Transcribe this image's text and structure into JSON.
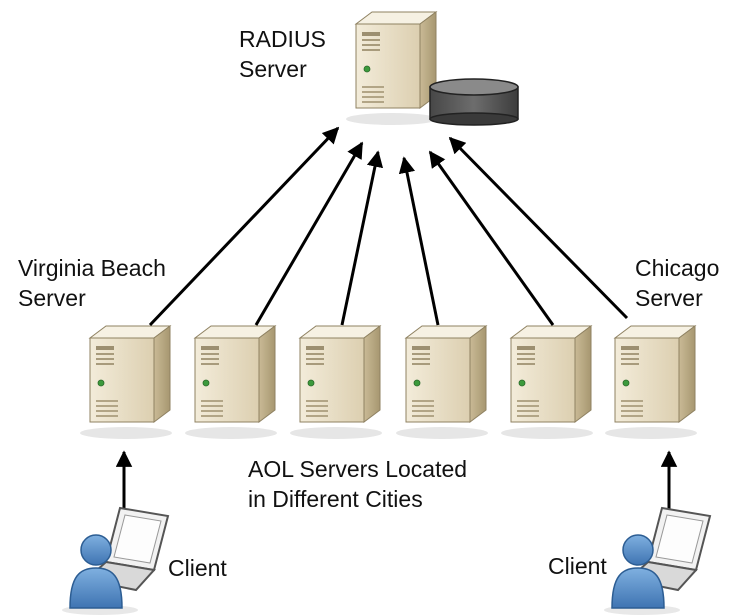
{
  "radius": {
    "label": "RADIUS\nServer"
  },
  "va_label": "Virginia Beach\nServer",
  "chicago_label": "Chicago\nServer",
  "caption": "AOL Servers Located\nin Different Cities",
  "clients": [
    {
      "label": "Client"
    },
    {
      "label": "Client"
    }
  ],
  "colors": {
    "server_front": "#e7dcc4",
    "server_side": "#b8a884",
    "server_top": "#f4eedd",
    "disk": "#5f5f5f",
    "arrow": "#000000",
    "person": "#4f86c2"
  },
  "icons": {
    "server": "server-tower-icon",
    "database": "database-icon",
    "laptop": "laptop-icon",
    "person": "user-icon"
  }
}
